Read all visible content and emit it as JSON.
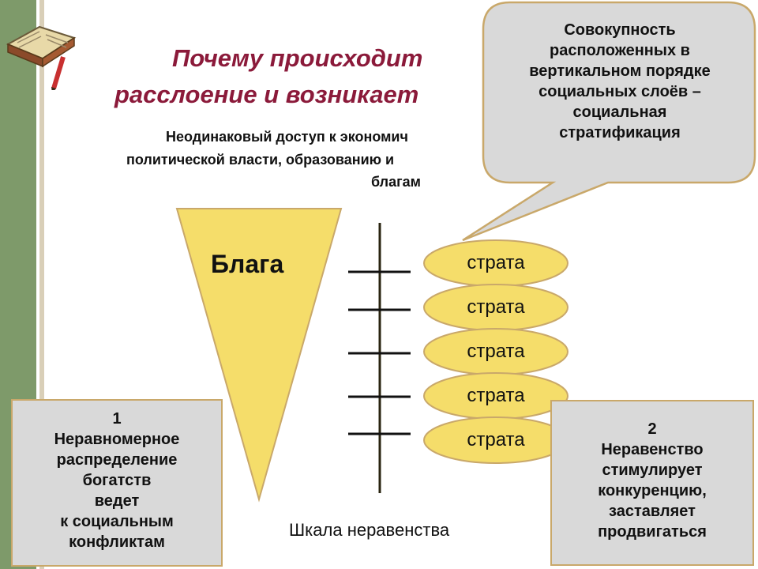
{
  "title": {
    "line1": "Почему происходит",
    "line2": "расслоение и возникает"
  },
  "subtitle": {
    "line1": "Неодинаковый доступ к экономич",
    "line2": "политической власти, образованию и",
    "line3": "благам"
  },
  "triangle_label": "Блага",
  "strata": [
    "страта",
    "страта",
    "страта",
    "страта",
    "страта"
  ],
  "scale_label": "Шкала неравенства",
  "callout": {
    "lines": [
      "Совокупность",
      "расположенных в",
      "вертикальном порядке",
      "социальных слоёв –",
      "социальная",
      "стратификация"
    ]
  },
  "box_left": {
    "number": "1",
    "lines": [
      "Неравномерное",
      "распределение",
      "богатств",
      "ведет",
      "к социальным",
      "конфликтам"
    ]
  },
  "box_right": {
    "number": "2",
    "lines": [
      "Неравенство",
      "стимулирует",
      "конкуренцию,",
      "заставляет",
      "продвигаться"
    ]
  },
  "colors": {
    "triangle_fill": "#f5dd6a",
    "strata_fill": "#f5dd6a",
    "outline": "#c9a86a",
    "title_color": "#8b1a3a",
    "box_fill": "#d9d9d9"
  }
}
